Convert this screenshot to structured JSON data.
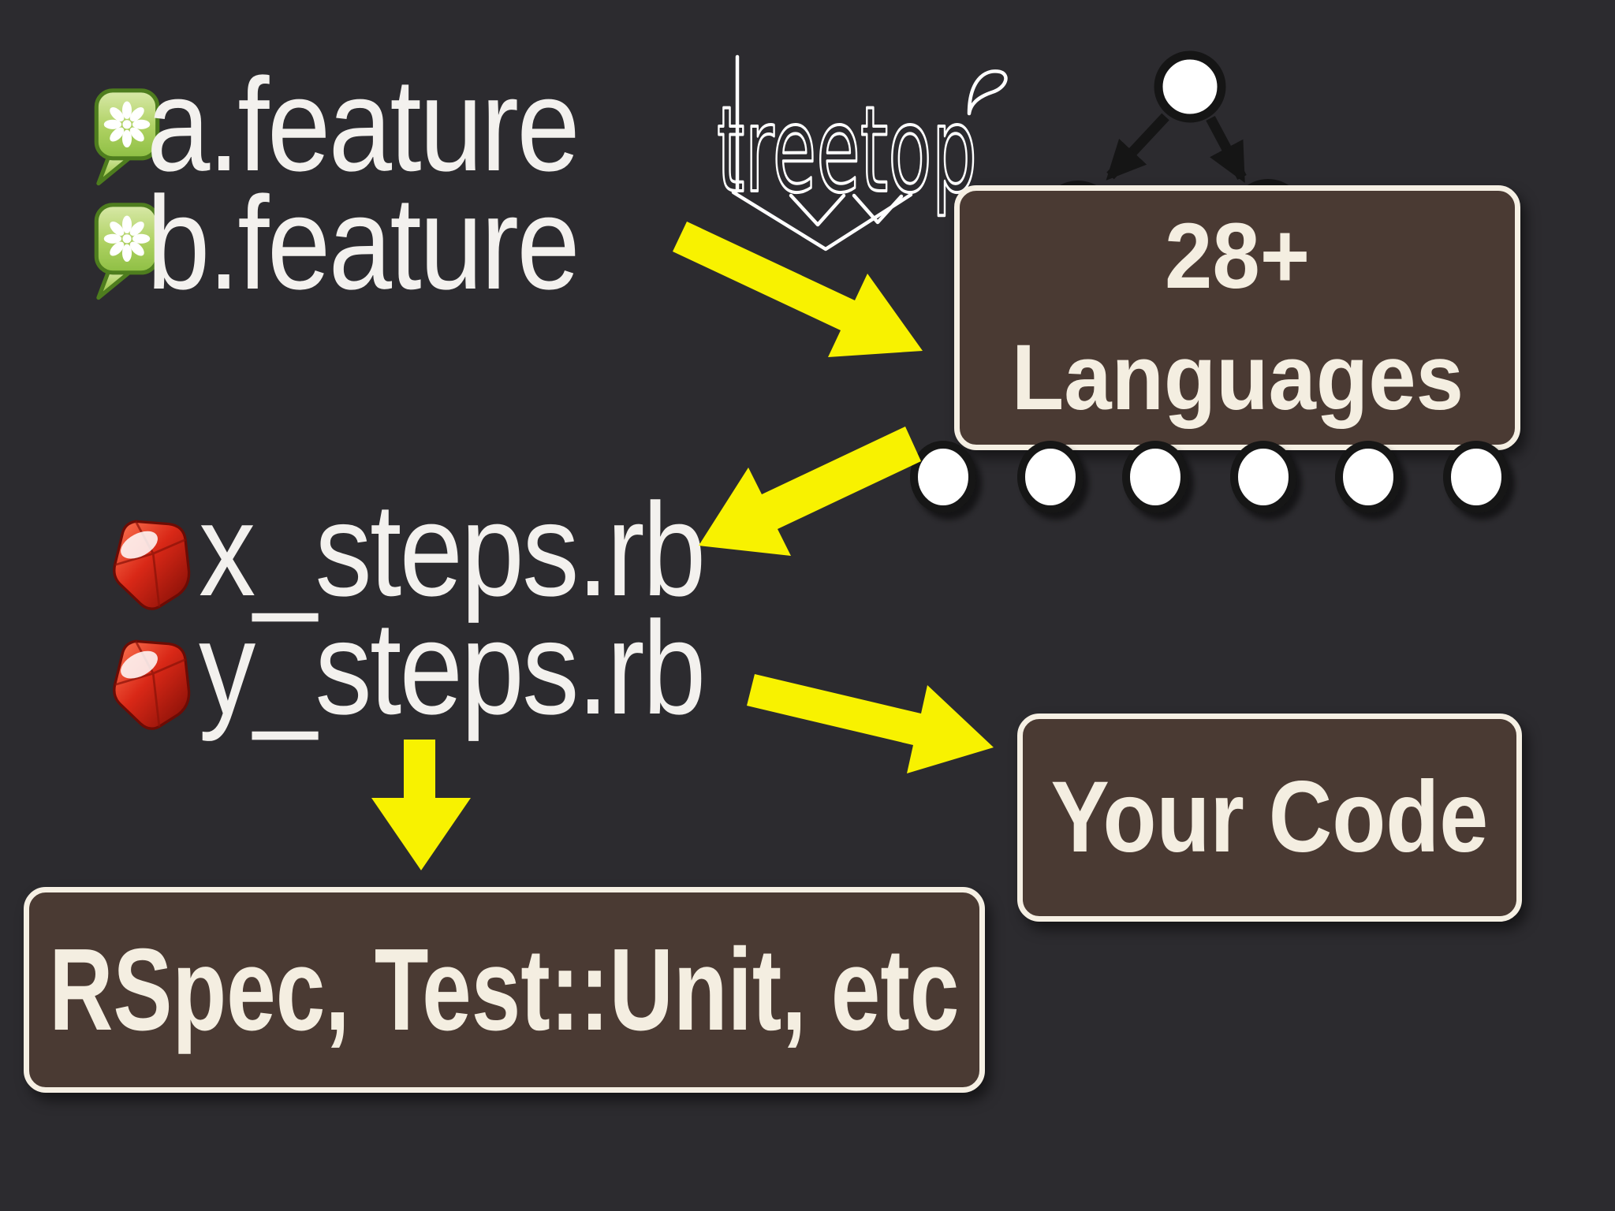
{
  "slide": {
    "background_color": "#2c2b2f",
    "accent_yellow": "#f8f200",
    "box_fill": "#4a3a33",
    "box_border": "#f6f0e4",
    "box_text_color": "#f4eee1",
    "label_text_color": "#f3f1ee",
    "cucumber_green": "#8ebf44",
    "ruby_red": "#d92817"
  },
  "feature_files": [
    {
      "label": "a.feature",
      "icon": "cucumber-icon"
    },
    {
      "label": "b.feature",
      "icon": "cucumber-icon"
    }
  ],
  "treetop_logo": {
    "text": "treetop"
  },
  "languages_box": {
    "line1": "28+",
    "line2": "Languages"
  },
  "step_files": [
    {
      "label": "x_steps.rb",
      "icon": "ruby-icon"
    },
    {
      "label": "y_steps.rb",
      "icon": "ruby-icon"
    }
  ],
  "yourcode_box": {
    "label": "Your Code"
  },
  "frameworks_box": {
    "label": "RSpec, Test::Unit, etc"
  },
  "parse_tree": {
    "top_nodes": 1,
    "child_nodes_behind_box": 2,
    "bottom_nodes": 6
  }
}
